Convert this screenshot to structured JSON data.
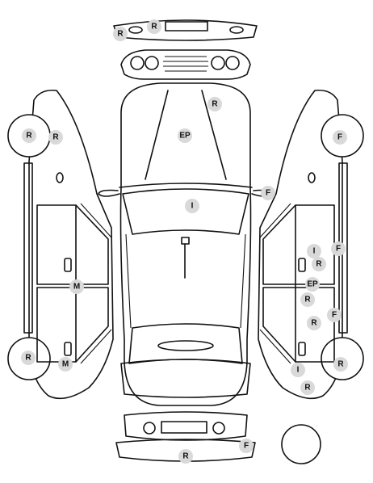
{
  "markers": [
    {
      "id": "rear-top-1",
      "code": "R"
    },
    {
      "id": "rear-top-2",
      "code": "R"
    },
    {
      "id": "roof-rear",
      "code": "R"
    },
    {
      "id": "roof",
      "code": "EP"
    },
    {
      "id": "left-rear-wheel",
      "code": "R"
    },
    {
      "id": "left-rear-wheel-2",
      "code": "R"
    },
    {
      "id": "right-front-wheel",
      "code": "F"
    },
    {
      "id": "mirror-right",
      "code": "F"
    },
    {
      "id": "windshield",
      "code": "I"
    },
    {
      "id": "left-side-middle",
      "code": "M"
    },
    {
      "id": "left-front-wheel",
      "code": "R"
    },
    {
      "id": "left-front-door",
      "code": "M"
    },
    {
      "id": "right-side-i",
      "code": "I"
    },
    {
      "id": "right-side-f1",
      "code": "F"
    },
    {
      "id": "right-side-r1",
      "code": "R"
    },
    {
      "id": "right-side-ep",
      "code": "EP"
    },
    {
      "id": "right-side-r2",
      "code": "R"
    },
    {
      "id": "right-side-f2",
      "code": "F"
    },
    {
      "id": "right-side-r3",
      "code": "R"
    },
    {
      "id": "right-rear-wheel",
      "code": "R"
    },
    {
      "id": "right-lower-i",
      "code": "I"
    },
    {
      "id": "right-lower-r",
      "code": "R"
    },
    {
      "id": "front-bumper-r",
      "code": "R"
    },
    {
      "id": "front-bumper-f",
      "code": "F"
    }
  ]
}
